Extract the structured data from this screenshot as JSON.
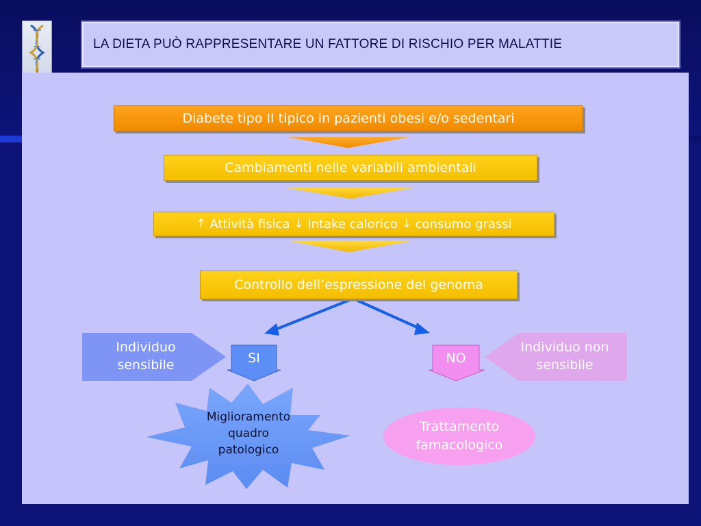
{
  "slide": {
    "title": "LA DIETA PUÒ RAPPRESENTARE UN FATTORE DI RISCHIO PER MALATTIE"
  },
  "flow": {
    "step1": "Diabete tipo II tipico in pazienti obesi e/o sedentari",
    "step2": "Cambiamenti nelle variabili ambientali",
    "step3": {
      "part1": "Attività fisica",
      "part2": "Intake calorico",
      "part3": "consumo grassi",
      "arrow_up": "↑",
      "arrow_down": "↓"
    },
    "step4": "Controllo dell’espressione del genoma"
  },
  "left_branch": {
    "label_line1": "Individuo",
    "label_line2": "sensibile",
    "answer": "SI",
    "outcome_line1": "Miglioramento",
    "outcome_line2": "quadro",
    "outcome_line3": "patologico"
  },
  "right_branch": {
    "label_line1": "Individuo non",
    "label_line2": "sensibile",
    "answer": "NO",
    "outcome_line1": "Trattamento",
    "outcome_line2": "famacologico"
  },
  "colors": {
    "background": "#0b0f6b",
    "panel": "#c5c5fb",
    "orange": "#f59a0e",
    "yellow": "#fcc800",
    "blue_pentagon": "#7f95f6",
    "pink_pentagon": "#e0a8ec",
    "star": "#6f9cf7",
    "oval": "#f8a0f0",
    "branch_arrow": "#1560e6"
  },
  "icons": {
    "logo": "dna-helix-icon"
  }
}
